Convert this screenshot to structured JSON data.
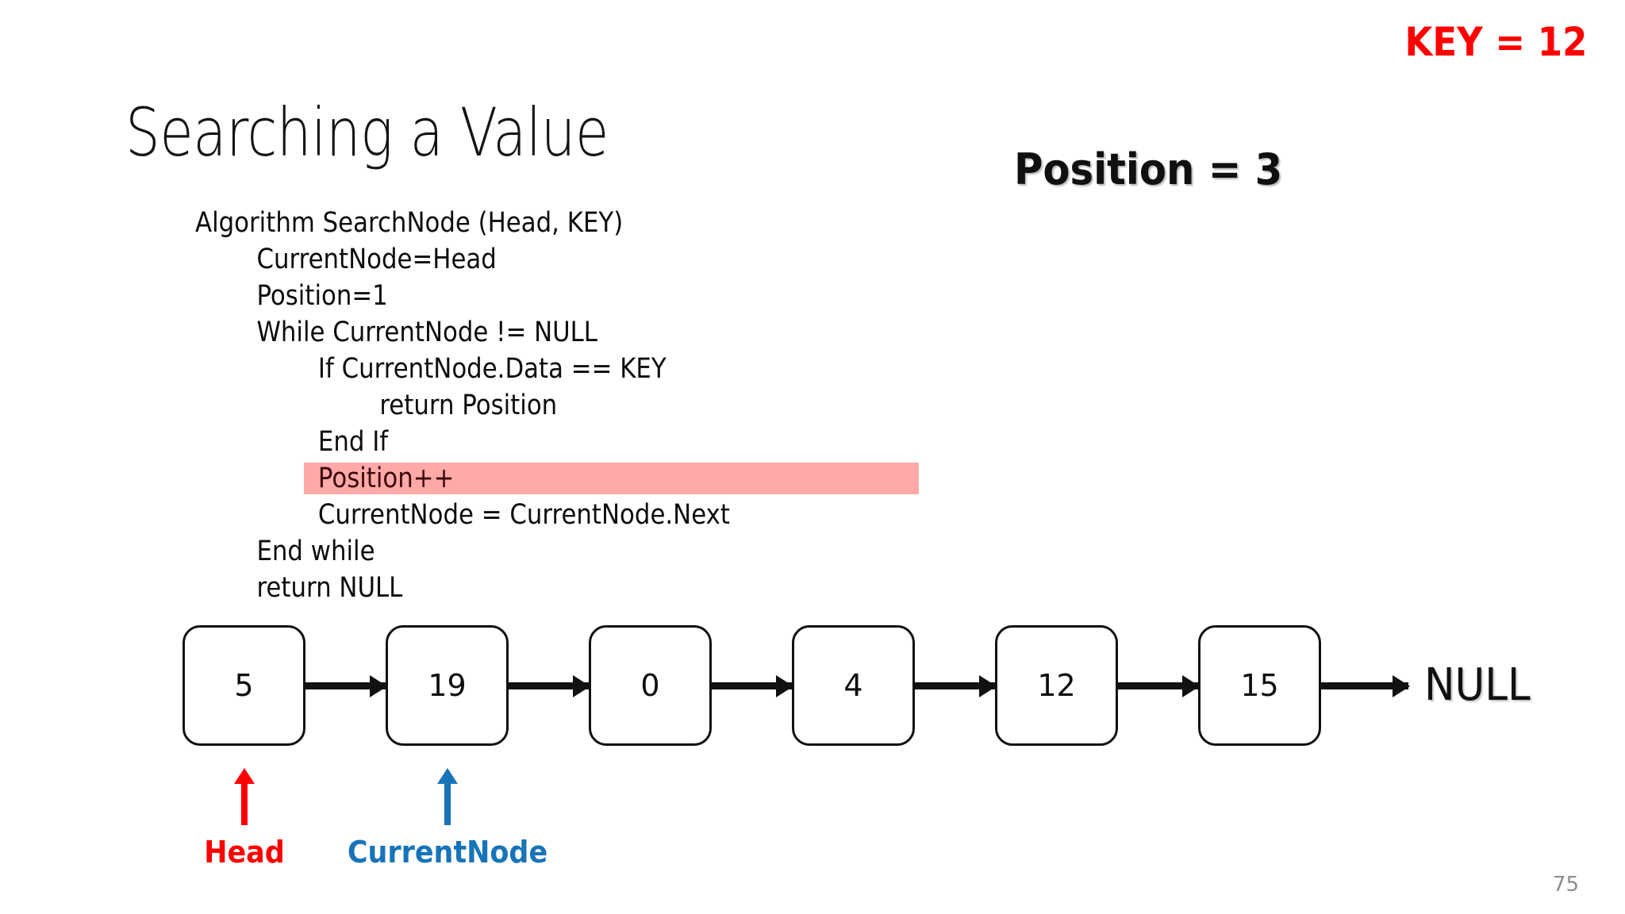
{
  "slide": {
    "title": "Searching a Value",
    "page_number": "75",
    "background_color": "#ffffff"
  },
  "callouts": {
    "key": {
      "text": "KEY = 12",
      "color": "#ff0000"
    },
    "position": {
      "text": "Position = 3",
      "color": "#101010"
    }
  },
  "algorithm": {
    "highlight_color": "#ffa9a9",
    "highlight_line_index": 7,
    "lines": [
      {
        "text": "Algorithm SearchNode (Head, KEY)",
        "indent": 0,
        "highlighted": false
      },
      {
        "text": "CurrentNode=Head",
        "indent": 1,
        "highlighted": false
      },
      {
        "text": "Position=1",
        "indent": 1,
        "highlighted": false
      },
      {
        "text": "While CurrentNode != NULL",
        "indent": 1,
        "highlighted": false
      },
      {
        "text": "If CurrentNode.Data == KEY",
        "indent": 2,
        "highlighted": false
      },
      {
        "text": "return Position",
        "indent": 3,
        "highlighted": false
      },
      {
        "text": "End If",
        "indent": 2,
        "highlighted": false
      },
      {
        "text": "Position++",
        "indent": 2,
        "highlighted": true
      },
      {
        "text": "CurrentNode = CurrentNode.Next",
        "indent": 2,
        "highlighted": false
      },
      {
        "text": "End while",
        "indent": 1,
        "highlighted": false
      },
      {
        "text": "return NULL",
        "indent": 1,
        "highlighted": false
      }
    ]
  },
  "linked_list": {
    "nodes": [
      {
        "value": "5"
      },
      {
        "value": "19"
      },
      {
        "value": "0"
      },
      {
        "value": "4"
      },
      {
        "value": "12"
      },
      {
        "value": "15"
      }
    ],
    "terminator": "NULL"
  },
  "pointers": [
    {
      "label": "Head",
      "color": "#ff0000",
      "target_node_index": 0
    },
    {
      "label": "CurrentNode",
      "color": "#1874b8",
      "target_node_index": 1
    }
  ]
}
